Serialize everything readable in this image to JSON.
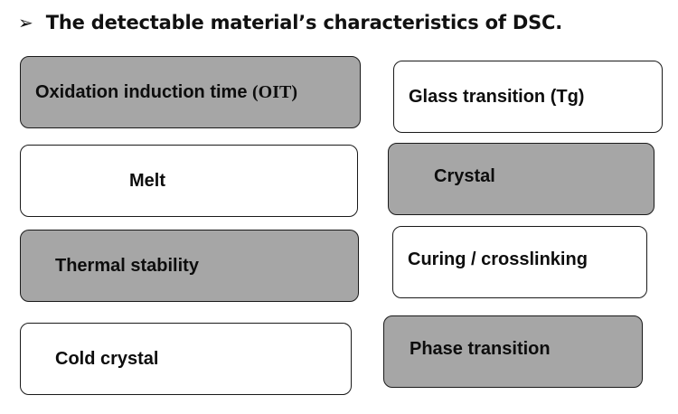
{
  "heading": {
    "bullet": "➢",
    "title": "The detectable material’s characteristics of DSC."
  },
  "boxes": {
    "oit": {
      "label_main": "Oxidation induction time ",
      "label_abbr": "(OIT)",
      "fill": "#a6a6a6"
    },
    "glass": {
      "label": "Glass transition (Tg)",
      "fill": "#ffffff"
    },
    "melt": {
      "label": "Melt",
      "fill": "#ffffff"
    },
    "crystal": {
      "label": "Crystal",
      "fill": "#a6a6a6"
    },
    "thermal": {
      "label": "Thermal stability",
      "fill": "#a6a6a6"
    },
    "curing": {
      "label": "Curing / crosslinking",
      "fill": "#ffffff"
    },
    "cold": {
      "label": "Cold crystal",
      "fill": "#ffffff"
    },
    "phase": {
      "label": "Phase transition",
      "fill": "#a6a6a6"
    }
  }
}
